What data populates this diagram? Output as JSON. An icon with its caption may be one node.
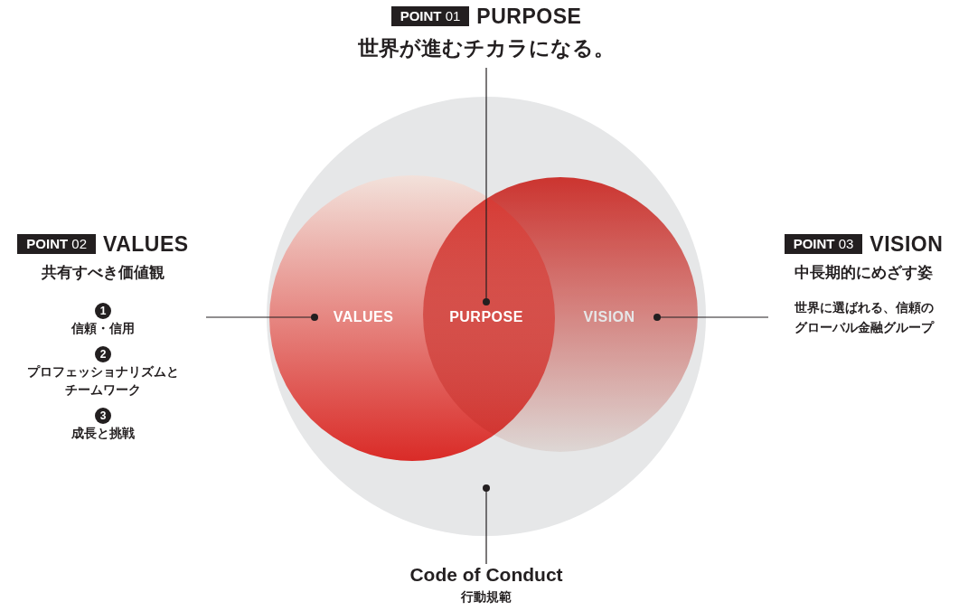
{
  "diagram": {
    "nodes": [
      {
        "text": [
          "**POINT** 01",
          "PURPOSE",
          "世界が進むチカラになる。"
        ]
      },
      {
        "text": [
          "**POINT** 02",
          "VALUES",
          "共有すべき価値観",
          "1",
          "信頼・信用",
          "2",
          "プロフェッショナリズムとチームワーク",
          "3",
          "成長と挑戦"
        ]
      },
      {
        "text": [],
        "shape": "circle"
      },
      {
        "text": [
          "VALUES"
        ],
        "in": 2
      },
      {
        "text": [
          "PURPOSE"
        ]
      },
      {
        "text": [
          "VISION"
        ],
        "in": 2
      },
      {
        "text": [
          "**POINT** 03",
          "VISION",
          "中長期的にめざす姿",
          "世界に選ばれる、信頼のグローバル金融グループ"
        ]
      },
      {
        "text": [
          "Code of Conduct",
          "行動規範"
        ]
      }
    ],
    "edges": [
      {
        "from": 0,
        "to": 4,
        "arrow": "other"
      },
      {
        "from": 1,
        "to": 3,
        "arrow": "other"
      },
      {
        "from": 6,
        "to": 5,
        "arrow": "other"
      },
      {
        "from": 7,
        "to": 2,
        "arrow": "other"
      }
    ]
  }
}
